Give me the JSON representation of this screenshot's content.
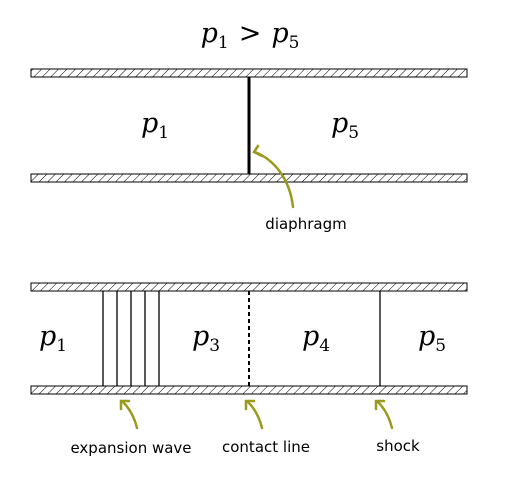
{
  "top": {
    "condition": {
      "left_base": "p",
      "left_sub": "1",
      "operator": ">",
      "right_base": "p",
      "right_sub": "5"
    },
    "left_region": {
      "base": "p",
      "sub": "1"
    },
    "right_region": {
      "base": "p",
      "sub": "5"
    },
    "diaphragm_label": "diaphragm"
  },
  "bottom": {
    "regions": [
      {
        "base": "p",
        "sub": "1"
      },
      {
        "base": "p",
        "sub": "3"
      },
      {
        "base": "p",
        "sub": "4"
      },
      {
        "base": "p",
        "sub": "5"
      }
    ],
    "labels": {
      "expansion_wave": "expansion wave",
      "contact_line": "contact line",
      "shock": "shock"
    }
  },
  "colors": {
    "arrow": "#9a9a1e",
    "line": "#000000"
  }
}
